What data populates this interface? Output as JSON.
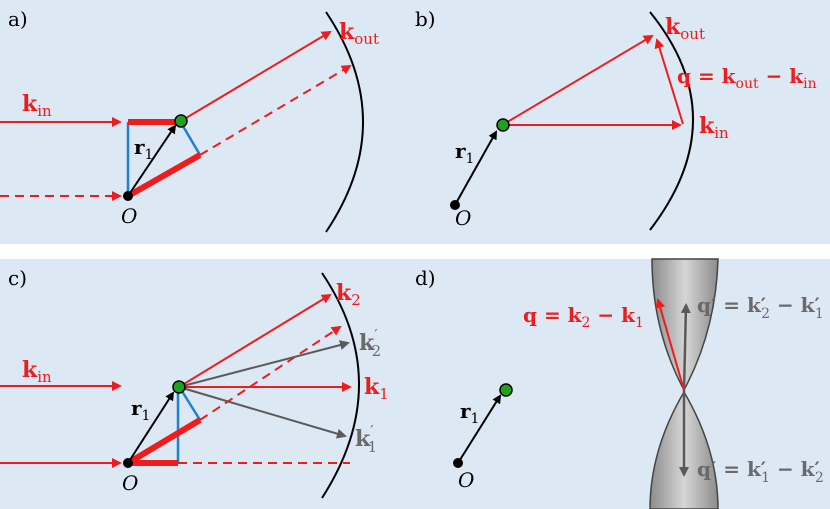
{
  "panels": {
    "a": {
      "tag": "a)",
      "k_in": "k",
      "k_in_sub": "in",
      "k_out": "k",
      "k_out_sub": "out",
      "r1": "r",
      "r1_sub": "1",
      "origin": "O"
    },
    "b": {
      "tag": "b)",
      "k_out": "k",
      "k_out_sub": "out",
      "k_in": "k",
      "k_in_sub": "in",
      "q_eq": "q = k",
      "q_eq_sub1": "out",
      "q_minus": " − k",
      "q_eq_sub2": "in",
      "r1": "r",
      "r1_sub": "1",
      "origin": "O"
    },
    "c": {
      "tag": "c)",
      "k_in": "k",
      "k_in_sub": "in",
      "k2": "k",
      "k2_sub": "2",
      "k2p": "k",
      "k2p_sub": "2",
      "k1": "k",
      "k1_sub": "1",
      "k1p": "k",
      "k1p_sub": "1",
      "prime": "′",
      "r1": "r",
      "r1_sub": "1",
      "origin": "O"
    },
    "d": {
      "tag": "d)",
      "q_lhs": "q = k",
      "q_sub2": "2",
      "q_minus": " − k",
      "q_sub1": "1",
      "qp_top": "q′ = k′",
      "qp_top_sub2": "2",
      "qp_top_minus": " − k′",
      "qp_top_sub1": "1",
      "qp_bot": "q′ = k′",
      "qp_bot_sub1": "1",
      "qp_bot_minus": " − k′",
      "qp_bot_sub2": "2",
      "r1": "r",
      "r1_sub": "1",
      "origin": "O"
    }
  },
  "colors": {
    "red": "#ee1c1c",
    "blue": "#1f7fd0",
    "gray": "#5a5a5a",
    "green": "#1fa31f",
    "panel_bg": "#dde8f5"
  }
}
